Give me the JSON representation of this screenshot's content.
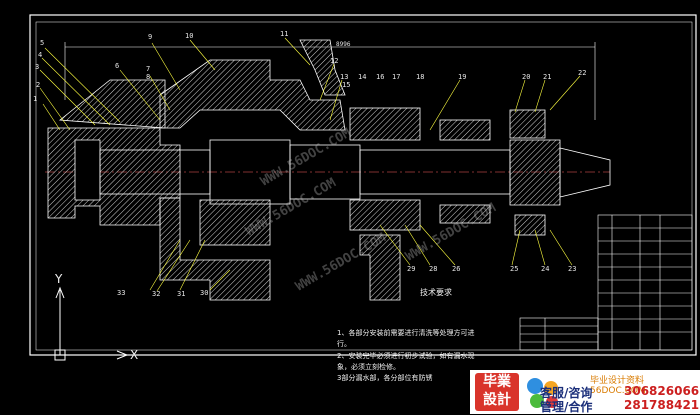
{
  "part_labels": {
    "n1": "1",
    "n2": "2",
    "n3": "3",
    "n4": "4",
    "n5": "5",
    "n6": "6",
    "n7": "7",
    "n8": "8",
    "n9": "9",
    "n10": "10",
    "n11": "11",
    "n12": "12",
    "n13": "13",
    "n14": "14",
    "n15": "15",
    "n16": "16",
    "n17": "17",
    "n18": "18",
    "n19": "19",
    "n20": "20",
    "n21": "21",
    "n22": "22",
    "n23": "23",
    "n24": "24",
    "n25": "25",
    "n26": "26",
    "n28": "28",
    "n29": "29",
    "n30": "30",
    "n31": "31",
    "n32": "32",
    "n33": "33"
  },
  "dimension_top": "8996",
  "tech_requirements": {
    "title": "技术要求",
    "line1": "1、各部分安装前需要进行清洗等处理方可进",
    "line2": "行。",
    "line3": "2、安装完毕必须进行初步试验，如有漏水现",
    "line4": "象，必须立刻检修。",
    "line5": "3部分漏水部，各分部位有防锈"
  },
  "axes": {
    "y": "Y",
    "x": "X"
  },
  "watermarks": [
    "WWW.56DOC.COM",
    "WWW.56DOC.COM",
    "WWW.56DOC.COM",
    "WWW.56DOC.COM"
  ],
  "banner": {
    "logo_line1": "毕業",
    "logo_line2": "設計",
    "site": "毕业设计资料 56DOC.COM",
    "role1": "客服/咨询",
    "phone1": "306826066",
    "role2": "管理/合作",
    "phone2": "281788421"
  },
  "colors": {
    "background": "#000000",
    "line": "#ffffff",
    "leader": "#ffff40",
    "hatch": "#d0d0d0",
    "banner_red": "#d9342b",
    "banner_blue": "#1b2f7a"
  }
}
